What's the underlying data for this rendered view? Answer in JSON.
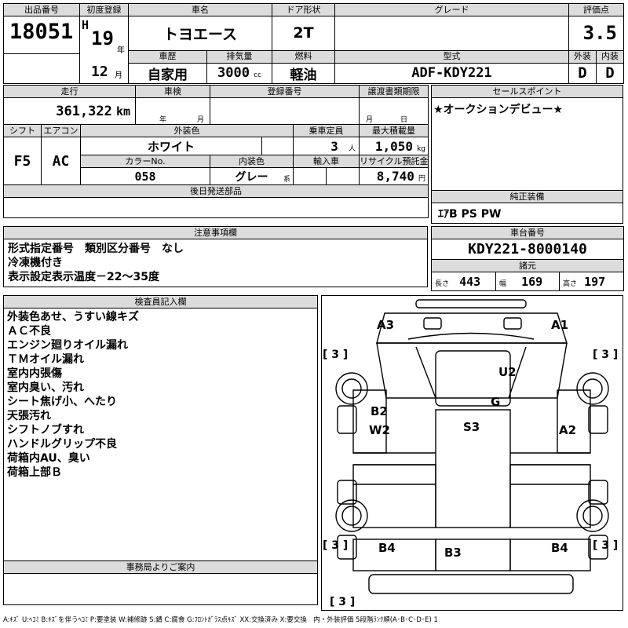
{
  "header": {
    "lot_no_label": "出品番号",
    "lot_no": "18051",
    "first_reg_label": "初度登録",
    "era": "H",
    "year": "19",
    "year_unit": "年",
    "month": "12",
    "month_unit": "月",
    "car_name_label": "車名",
    "car_name": "トヨエース",
    "door_label": "ドア形状",
    "door": "2T",
    "grade_label": "グレード",
    "grade": "",
    "score_label": "評価点",
    "score": "3.5",
    "exterior_label": "外装",
    "exterior": "D",
    "interior_label": "内装",
    "interior": "D",
    "history_label": "車歴",
    "history": "自家用",
    "displacement_label": "排気量",
    "displacement": "3000",
    "displacement_unit": "cc",
    "fuel_label": "燃料",
    "fuel": "軽油",
    "model_label": "型式",
    "model": "ADF-KDY221"
  },
  "row2": {
    "mileage_label": "走行",
    "mileage": "361,322",
    "mileage_unit": "km",
    "inspection_label": "車検",
    "insp_year_unit": "年",
    "insp_month_unit": "月",
    "reg_no_label": "登録番号",
    "reg_no": "",
    "transfer_label": "譲渡書類期限",
    "transfer_month_unit": "月",
    "transfer_day_unit": "日",
    "sales_point_label": "セールスポイント",
    "sales_point": "★オークションデビュー★",
    "shift_label": "シフト",
    "shift": "F5",
    "ac_label": "エアコン",
    "ac": "AC",
    "color_label": "外装色",
    "color": "ホワイト",
    "capacity_label": "乗車定員",
    "capacity": "3",
    "capacity_unit": "人",
    "max_load_label": "最大積載量",
    "max_load": "1,050",
    "max_load_unit": "kg",
    "color_no_label": "カラーNo.",
    "color_no": "058",
    "int_color_label": "内装色",
    "int_color": "グレー",
    "int_color_unit": "系",
    "import_label": "輸入車",
    "import": "",
    "recycle_label": "リサイクル預託金",
    "recycle": "8,740",
    "recycle_unit": "円",
    "parts_label": "後日発送部品",
    "parts": "",
    "equipment_label": "純正装備",
    "equipment": "ｴｱB PS PW"
  },
  "notes": {
    "label": "注意事項欄",
    "lines": [
      "形式指定番号　類別区分番号　なし",
      "冷凍機付き",
      "表示設定表示温度－22～35度"
    ]
  },
  "chassis": {
    "label": "車台番号",
    "value": "KDY221-8000140",
    "dims_label": "諸元",
    "length_label": "長さ",
    "length": "443",
    "width_label": "幅",
    "width": "169",
    "height_label": "高さ",
    "height": "197"
  },
  "inspector": {
    "label": "検査員記入欄",
    "lines": [
      "外装色あせ、うすい線キズ",
      "ＡＣ不良",
      "エンジン廻りオイル漏れ",
      "ＴＭオイル漏れ",
      "室内内張傷",
      "室内臭い、汚れ",
      "シート焦げ小、へたり",
      "天張汚れ",
      "シフトノブすれ",
      "ハンドルグリップ不良",
      "荷箱内AU、臭い",
      "荷箱上部Ｂ"
    ]
  },
  "office": {
    "label": "事務局よりご案内",
    "text": ""
  },
  "diagram": {
    "marks": {
      "a3": "A3",
      "a1": "A1",
      "u2": "U2",
      "g": "G",
      "b2": "B2",
      "w2": "W2",
      "s3": "S3",
      "a2": "A2",
      "b4_left": "B4",
      "b3": "B3",
      "b4_right": "B4"
    },
    "tire_marks": {
      "left_top": "[ 3 ]",
      "right_top": "[ 3 ]",
      "left_bottom": "[ 3 ]",
      "right_bottom": "[ 3 ]",
      "spare": "[ 3 ]"
    }
  },
  "legend": "A:ｷｽﾞ U:ﾍｺﾐ B:ｷｽﾞを伴うﾍｺﾐ P:要塗装 W:補修跡 S:錆 C:腐食 G:ﾌﾛﾝﾄｶﾞﾗｽ点ｷｽﾞ XX:交換済み X:要交換　内・外装評価 5段階ﾗﾝｸ順(A･B･C･D･E) 1"
}
